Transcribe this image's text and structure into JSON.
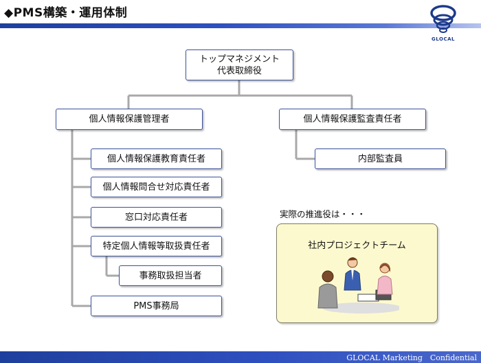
{
  "page": {
    "title": "◆PMS構築・運用体制"
  },
  "logo": {
    "text": "GLOCAL"
  },
  "org": {
    "top": {
      "line1": "トップマネジメント",
      "line2": "代表取締役"
    },
    "left": {
      "head": "個人情報保護管理者",
      "children": [
        "個人情報保護教育責任者",
        "個人情報問合せ対応責任者",
        "窓口対応責任者",
        "特定個人情報等取扱責任者",
        "事務取扱担当者",
        "PMS事務局"
      ]
    },
    "right": {
      "head": "個人情報保護監査責任者",
      "children": [
        "内部監査員"
      ]
    }
  },
  "promoter": {
    "note": "実際の推進役は・・・",
    "team": "社内プロジェクトチーム"
  },
  "footer": {
    "text": "GLOCAL Marketing　Confidential"
  }
}
